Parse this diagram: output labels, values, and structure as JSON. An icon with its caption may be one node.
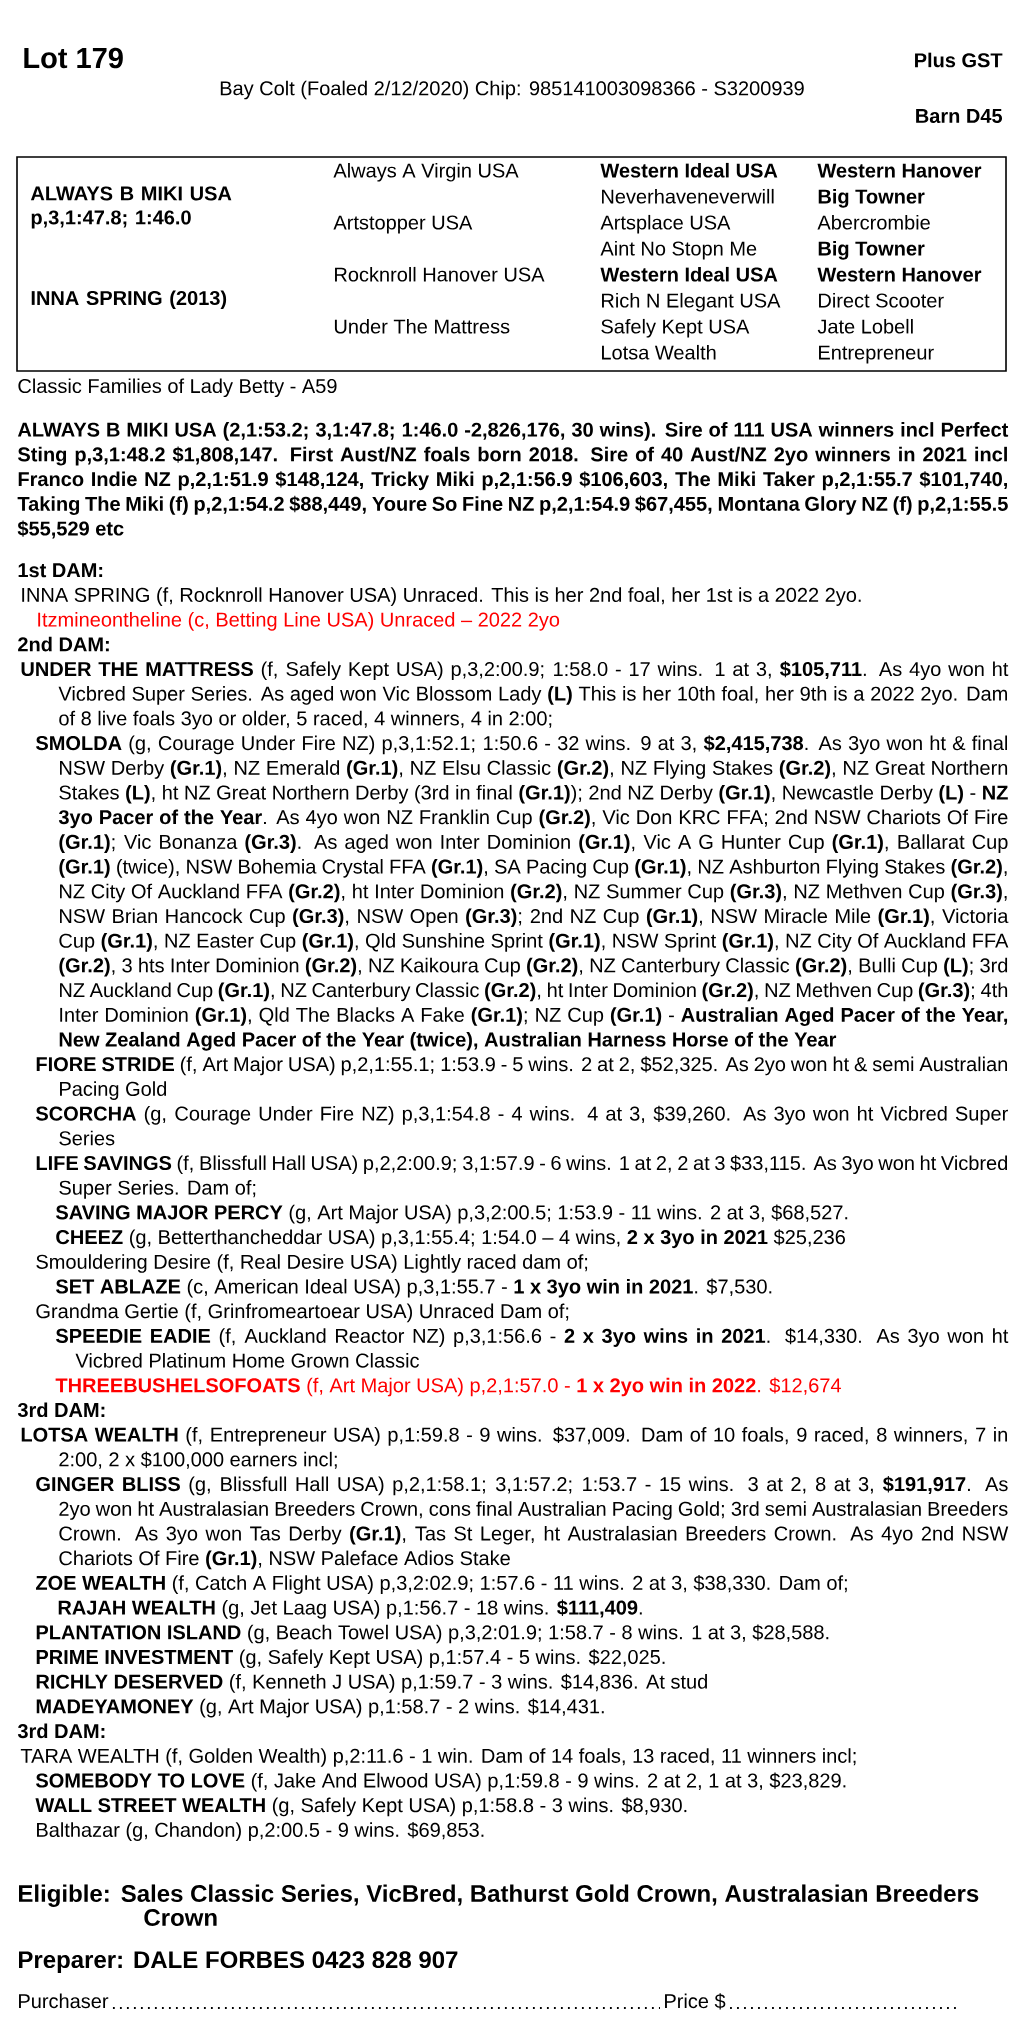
{
  "diagram": {
    "title": "Lot 179",
    "labels": [
      "Plus GST",
      "Bay Colt (Foaled 2/12/2020) Chip: 985141003098366 - S3200939",
      "Barn D45",
      "Always A Virgin USA",
      "Western Ideal USA",
      "Western Hanover",
      "ALWAYS B MIKI USA p,3,1:47.8; 1:46.0",
      "Neverhaveneverwill",
      "Big Towner",
      "Artstopper USA",
      "Artsplace USA",
      "Abercrombie",
      "Aint No Stopn Me",
      "Big Towner",
      "Rocknroll Hanover USA",
      "Western Ideal USA",
      "Western Hanover",
      "INNA SPRING (2013)",
      "Rich N Elegant USA",
      "Direct Scooter",
      "Under The Mattress",
      "Safely Kept USA",
      "Jate Lobell",
      "Lotsa Wealth",
      "Entrepreneur",
      "Classic Families of Lady Betty - A59",
      "ALWAYS B MIKI USA (2,1:53.2; 3,1:47.8; 1:46.0 -2,826,176, 30 wins). Sire of 111 USA winners incl Perfect Sting p,3,1:48.2 $1,808,147. First Aust/NZ foals born 2018. Sire of 40 Aust/NZ 2yo winners in 2021 incl Franco Indie NZ p,2,1:51.9 $148,124, Tricky Miki p,2,1:56.9 $106,603, The Miki Taker p,2,1:55.7 $101,740, Taking The Miki (f) p,2,1:54.2 $88,449, Youre So Fine NZ p,2,1:54.9 $67,455, Montana Glory NZ (f) p,2,1:55.5 $55,529 etc",
      "1st DAM:",
      "INNA SPRING (f, Rocknroll Hanover USA) Unraced. This is her 2nd foal, her 1st is a 2022 2yo.",
      "Itzmineontheline (c, Betting Line USA) Unraced – 2022 2yo",
      "2nd DAM:",
      "**UNDER THE MATTRESS** (f, Safely Kept USA) p,3,2:00.9; 1:58.0 - 17 wins. 1 at 3, **$105,711**. As 4yo won ht Vicbred Super Series. As aged won Vic Blossom Lady **(L)** This is her 10th foal, her 9th is a 2022 2yo. Dam of 8 live foals 3yo or older, 5 raced, 4 winners, 4 in 2:00;",
      "**SMOLDA** (g, Courage Under Fire NZ) p,3,1:52.1; 1:50.6 - 32 wins. 9 at 3, **$2,415,738**. As 3yo won ht & final NSW Derby **(Gr.1)**, NZ Emerald **(Gr.1)**, NZ Elsu Classic **(Gr.2)**, NZ Flying Stakes **(Gr.2)**, NZ Great Northern Stakes **(L)**, ht NZ Great Northern Derby (3rd in final **(Gr.1)**); 2nd NZ Derby **(Gr.1)**, Newcastle Derby **(L)** - **NZ 3yo Pacer of the Year**. As 4yo won NZ Franklin Cup **(Gr.2)**, Vic Don KRC FFA; 2nd NSW Chariots Of Fire **(Gr.1)**; Vic Bonanza **(Gr.3)**. As aged won Inter Dominion **(Gr.1)**, Vic A G Hunter Cup **(Gr.1)**, Ballarat Cup **(Gr.1)** (twice), NSW Bohemia Crystal FFA **(Gr.1)**, SA Pacing Cup **(Gr.1)**, NZ Ashburton Flying Stakes **(Gr.2)**, NZ City Of Auckland FFA **(Gr.2)**, ht Inter Dominion **(Gr.2)**, NZ Summer Cup **(Gr.3)**, NZ Methven Cup **(Gr.3)**, NSW Brian Hancock Cup **(Gr.3)**, NSW Open **(Gr.3)**; 2nd NZ Cup **(Gr.1)**, NSW Miracle Mile **(Gr.1)**, Victoria Cup **(Gr.1)**, NZ Easter Cup **(Gr.1)**, Qld Sunshine Sprint **(Gr.1)**, NSW Sprint **(Gr.1)**, NZ City Of Auckland FFA **(Gr.2)**, 3 hts Inter Dominion **(Gr.2)**, NZ Kaikoura Cup **(Gr.2)**, NZ Canterbury Classic **(Gr.2)**, Bulli Cup **(L)**; 3rd NZ Auckland Cup **(Gr.1)**, NZ Canterbury Classic **(Gr.2)**, ht Inter Dominion **(Gr.2)**, NZ Methven Cup **(Gr.3)**; 4th Inter Dominion **(Gr.1)**, Qld The Blacks A Fake **(Gr.1)**; NZ Cup **(Gr.1)** - **Australian Aged Pacer of the Year, New Zealand Aged Pacer of the Year (twice), Australian Harness Horse of the Year**",
      "**FIORE STRIDE** (f, Art Major USA) p,2,1:55.1; 1:53.9 - 5 wins. 2 at 2, $52,325. As 2yo won ht & semi Australian Pacing Gold",
      "**SCORCHA** (g, Courage Under Fire NZ) p,3,1:54.8 - 4 wins. 4 at 3, $39,260. As 3yo won ht Vicbred Super Series",
      "**LIFE SAVINGS** (f, Blissfull Hall USA) p,2,2:00.9; 3,1:57.9 - 6 wins. 1 at 2, 2 at 3 $33,115. As 3yo won ht Vicbred Super Series. Dam of;",
      "**SAVING MAJOR PERCY** (g, Art Major USA) p,3,2:00.5; 1:53.9 - 11 wins. 2 at 3, $68,527.",
      "**CHEEZ** (g, Betterthancheddar USA) p,3,1:55.4; 1:54.0 – 4 wins, **2 x 3yo in 2021** $25,236",
      "Smouldering Desire (f, Real Desire USA) Lightly raced dam of;",
      "**SET ABLAZE** (c, American Ideal USA) p,3,1:55.7 - **1 x 3yo win in 2021**. $7,530.",
      "Grandma Gertie (f, Grinfromeartoear USA) Unraced Dam of;",
      "**SPEEDIE EADIE** (f, Auckland Reactor NZ) p,3,1:56.6 - **2 x 3yo wins in 2021**. $14,330. As 3yo won ht Vicbred Platinum Home Grown Classic",
      "**THREEBUSHELSOFOATS** (f, Art Major USA) p,2,1:57.0 - **1 x 2yo win in 2022**. $12,674",
      "3rd DAM:",
      "**LOTSA WEALTH** (f, Entrepreneur USA) p,1:59.8 - 9 wins. $37,009. Dam of 10 foals, 9 raced, 8 winners, 7 in 2:00, 2 x $100,000 earners incl;",
      "**GINGER BLISS** (g, Blissfull Hall USA) p,2,1:58.1; 3,1:57.2; 1:53.7 - 15 wins. 3 at 2, 8 at 3, **$191,917**. As 2yo won ht Australasian Breeders Crown, cons final Australian Pacing Gold; 3rd semi Australasian Breeders Crown. As 3yo won Tas Derby **(Gr.1)**, Tas St Leger, ht Australasian Breeders Crown. As 4yo 2nd NSW Chariots Of Fire **(Gr.1)**, NSW Paleface Adios Stake",
      "**ZOE WEALTH** (f, Catch A Flight USA) p,3,2:02.9; 1:57.6 - 11 wins. 2 at 3, $38,330. Dam of;",
      "**RAJAH WEALTH** (g, Jet Laag USA) p,1:56.7 - 18 wins. **$111,409**.",
      "**PLANTATION ISLAND** (g, Beach Towel USA) p,3,2:01.9; 1:58.7 - 8 wins. 1 at 3, $28,588.",
      "**PRIME INVESTMENT** (g, Safely Kept USA) p,1:57.4 - 5 wins. $22,025.",
      "**RICHLY DESERVED** (f, Kenneth J USA) p,1:59.7 - 3 wins. $14,836. At stud",
      "**MADEYAMONEY** (g, Art Major USA) p,1:58.7 - 2 wins. $14,431.",
      "3rd DAM:",
      "TARA WEALTH (f, Golden Wealth) p,2:11.6 - 1 win. Dam of 14 foals, 13 raced, 11 winners incl;",
      "**SOMEBODY TO LOVE** (f, Jake And Elwood USA) p,1:59.8 - 9 wins. 2 at 2, 1 at 3, $23,829.",
      "**WALL STREET WEALTH** (g, Safely Kept USA) p,1:58.8 - 3 wins. $8,930.",
      "Balthazar (g, Chandon) p,2:00.5 - 9 wins. $69,853.",
      "Eligible: Sales Classic Series, VicBred, Bathurst Gold Crown, Australasian Breeders Crown",
      "Preparer: DALE FORBES 0423 828 907",
      "Purchaser",
      "Price $"
    ]
  }
}
